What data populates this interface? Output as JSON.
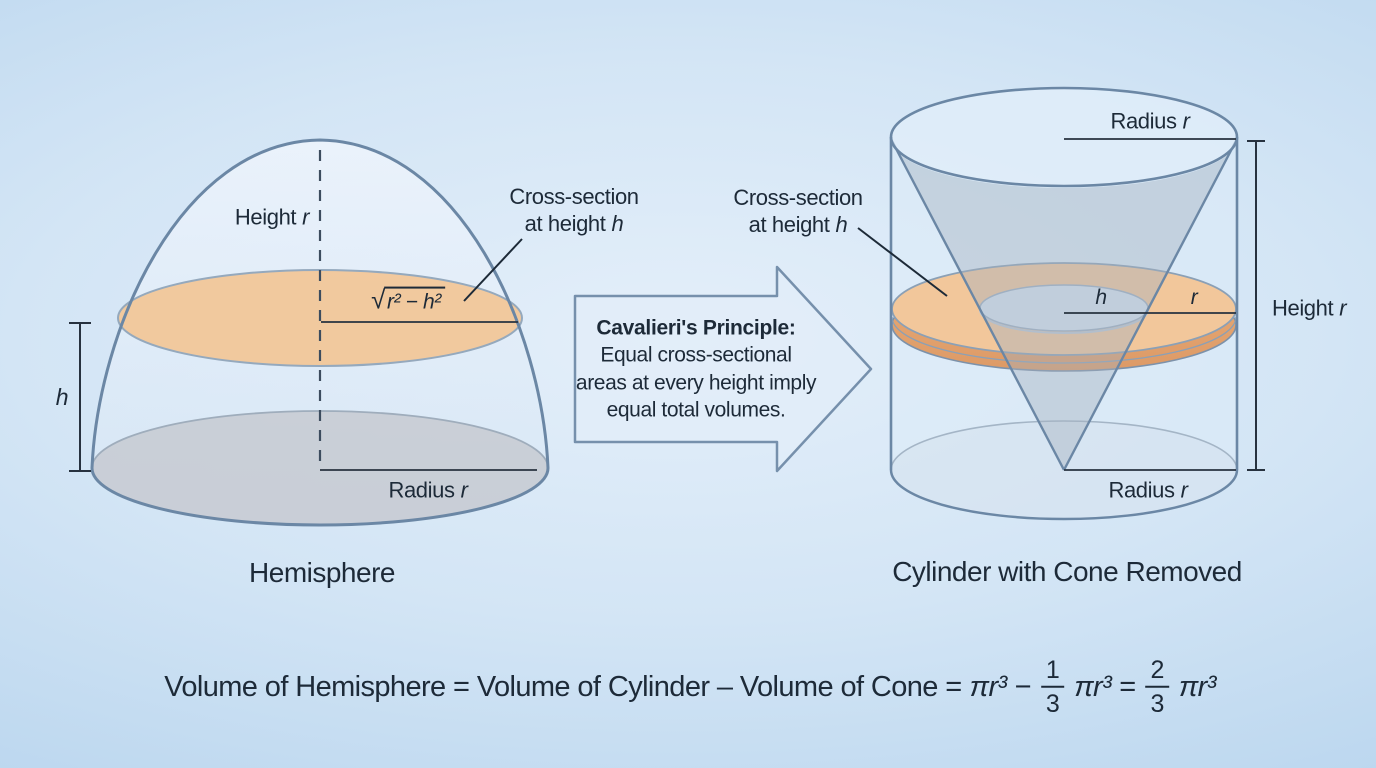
{
  "colors": {
    "background_blue": "#c3dcf0",
    "outline_slate": "#6b87a5",
    "cross_section_orange": "#f2c79b",
    "washer_side_orange": "#e1a06e",
    "base_gray": "#c8ccd4",
    "cone_gray": "#aab3c0",
    "text_dark": "#1d2a38"
  },
  "left_figure": {
    "height_label": {
      "text": "Height",
      "var": "r"
    },
    "cross_section": {
      "line1": "Cross-section",
      "line2_text": "at height",
      "line2_var": "h"
    },
    "sqrt_label": {
      "radical": "√",
      "expr": "r² − h²"
    },
    "h_dim_var": "h",
    "radius_label": {
      "text": "Radius",
      "var": "r"
    },
    "caption": "Hemisphere"
  },
  "arrow": {
    "title": "Cavalieri's Principle:",
    "line1": "Equal cross-sectional",
    "line2": "areas at every height imply",
    "line3": "equal total volumes."
  },
  "right_figure": {
    "radius_top_label": {
      "text": "Radius",
      "var": "r"
    },
    "cross_section": {
      "line1": "Cross-section",
      "line2_text": "at height",
      "line2_var": "h"
    },
    "h_var": "h",
    "r_var": "r",
    "height_label": {
      "text": "Height",
      "var": "r"
    },
    "radius_bottom_label": {
      "text": "Radius",
      "var": "r"
    },
    "caption": "Cylinder with Cone Removed"
  },
  "formula": {
    "lhs": "Volume of Hemisphere = Volume of Cylinder – Volume of Cone =",
    "term1": "πr³",
    "minus": "−",
    "frac1": {
      "num": "1",
      "den": "3"
    },
    "term2": "πr³",
    "equals": "=",
    "frac2": {
      "num": "2",
      "den": "3"
    },
    "term3": "πr³"
  }
}
